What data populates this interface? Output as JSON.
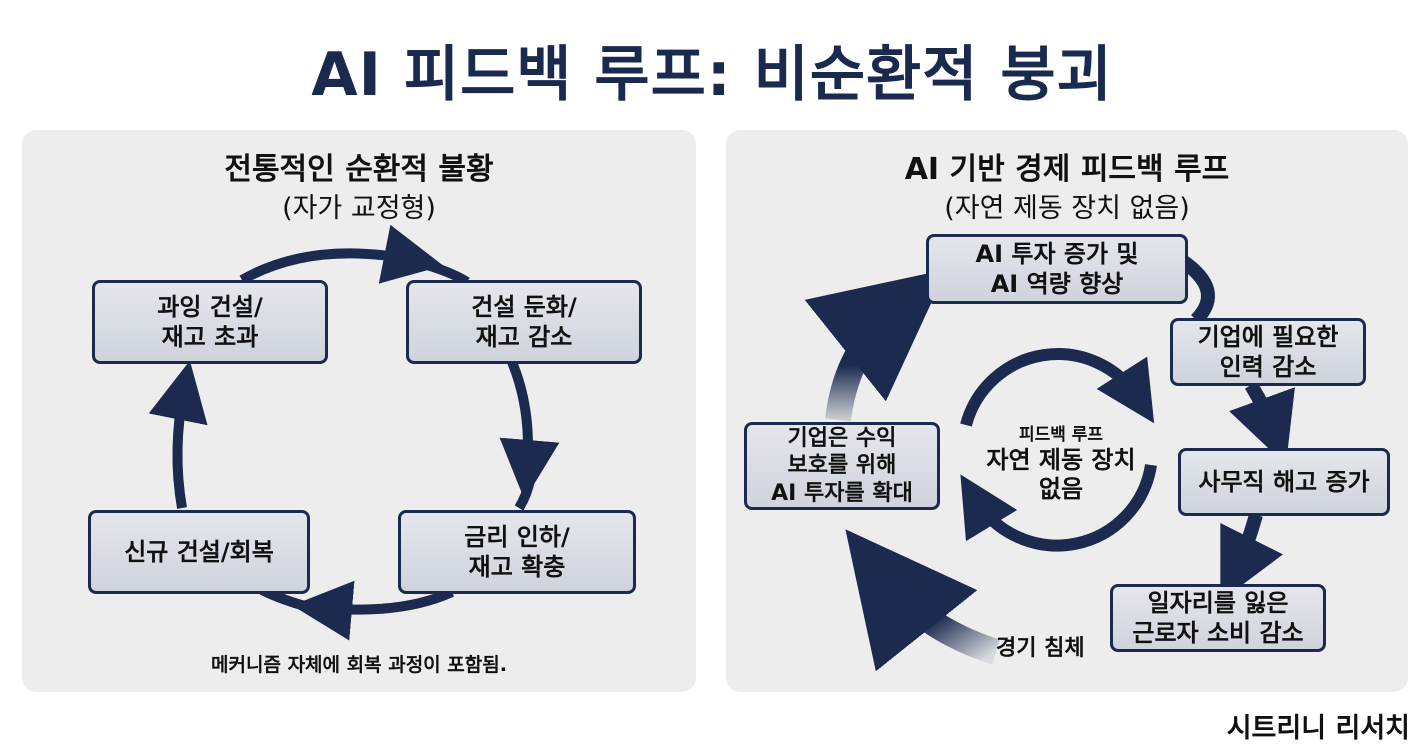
{
  "title": "AI 피드백 루프: 비순환적 붕괴",
  "left_panel": {
    "title": "전통적인 순환적 불황",
    "subtitle": "(자가 교정형)",
    "boxes": [
      "과잉 건설/\n재고 초과",
      "건설 둔화/\n재고 감소",
      "금리 인하/\n재고 확충",
      "신규 건설/회복"
    ],
    "footnote": "메커니즘 자체에 회복 과정이 포함됨."
  },
  "right_panel": {
    "title": "AI 기반 경제 피드백 루프",
    "subtitle": "(자연 제동 장치 없음)",
    "boxes": [
      "AI 투자 증가 및\nAI 역량 향상",
      "기업에 필요한\n인력 감소",
      "사무직 해고 증가",
      "일자리를 잃은\n근로자 소비 감소",
      "기업은 수익\n보호를 위해\nAI 투자를 확대"
    ],
    "center_label_small": "피드백 루프",
    "center_label_large": "자연 제동 장치\n없음",
    "recession_label": "경기 침체"
  },
  "brand": "시트리니 리서치",
  "colors": {
    "navy": "#1b2a4e",
    "panel": "#ededee",
    "box_fill": "#d9dce4"
  }
}
